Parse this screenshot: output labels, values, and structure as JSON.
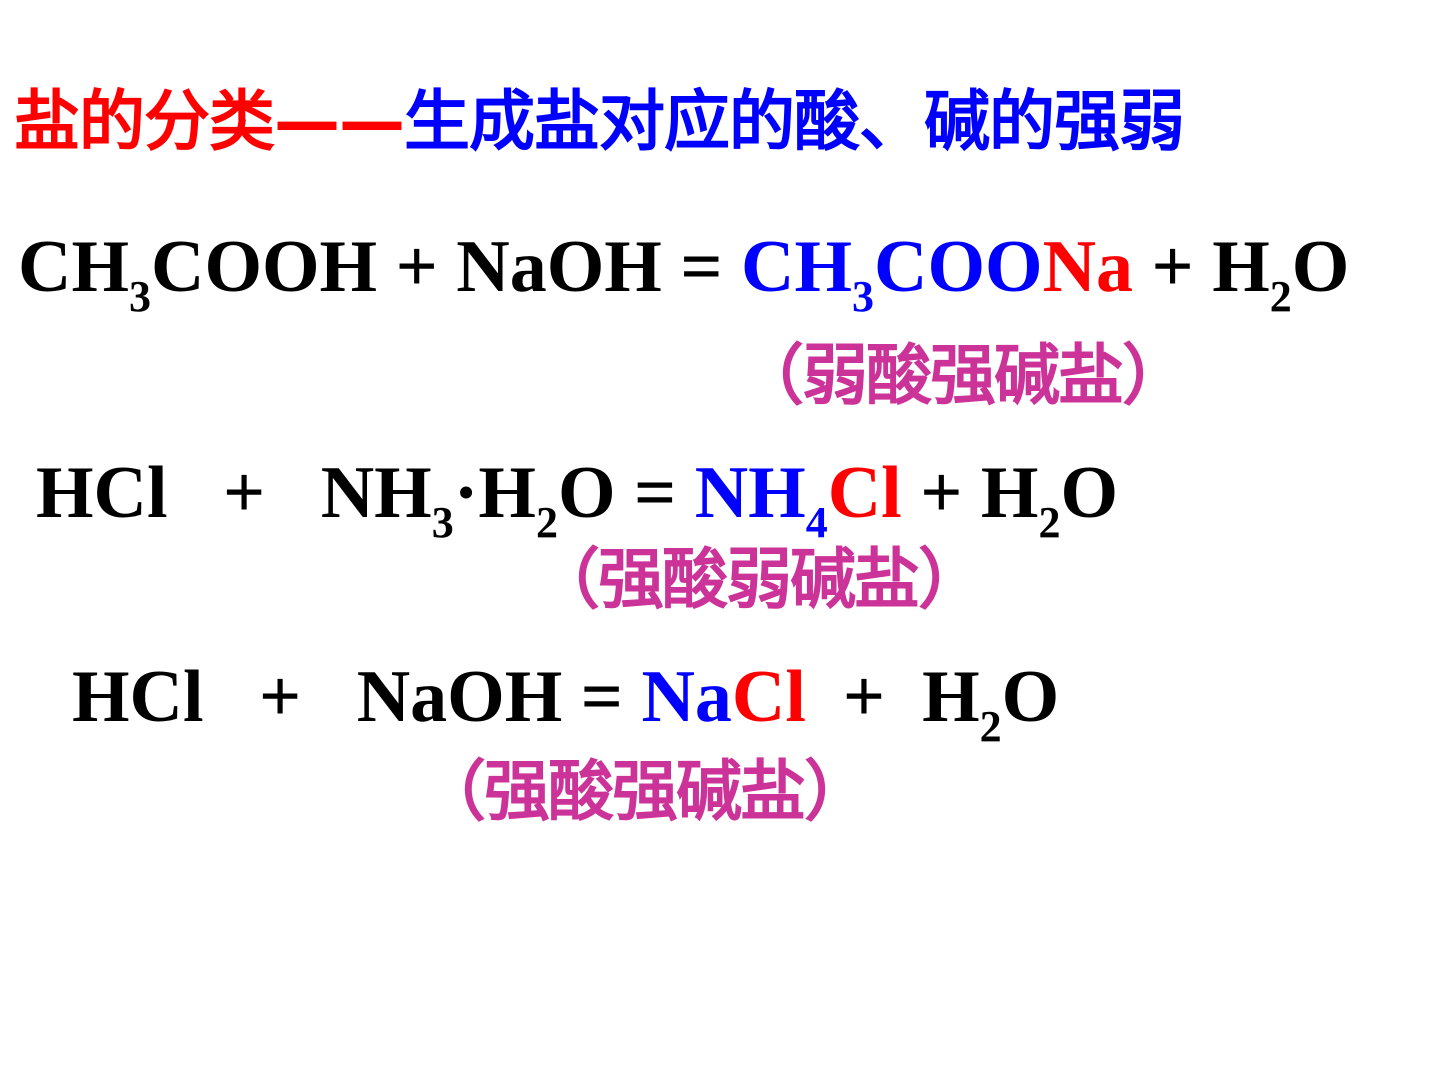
{
  "title": {
    "part1": "盐的分类——",
    "part2": "生成盐对应的酸、碱的强弱"
  },
  "equations": [
    {
      "lhs_a": "CH",
      "lhs_a_sub": "3",
      "lhs_b": "COOH + NaOH = ",
      "salt_anion_a": "CH",
      "salt_anion_sub": "3",
      "salt_anion_b": "COO",
      "salt_cation": "Na",
      "rhs_a": " + H",
      "rhs_sub": "2",
      "rhs_b": "O",
      "classification": "（弱酸强碱盐）"
    },
    {
      "lhs_a": "HCl   +   NH",
      "lhs_a_sub": "3",
      "lhs_b": "·H",
      "lhs_b_sub": "2",
      "lhs_c": "O = ",
      "salt_cation_a": "NH",
      "salt_cation_sub": "4",
      "salt_anion": "Cl",
      "rhs_a": " + H",
      "rhs_sub": "2",
      "rhs_b": "O",
      "classification": "（强酸弱碱盐）"
    },
    {
      "lhs": "HCl   +   NaOH = ",
      "salt_cation": "Na",
      "salt_anion": "Cl",
      "rhs_a": "  +  H",
      "rhs_sub": "2",
      "rhs_b": "O",
      "classification": "（强酸强碱盐）"
    }
  ],
  "colors": {
    "title_red": "#ff0000",
    "title_blue": "#0000ff",
    "formula_black": "#000000",
    "formula_blue": "#0000ff",
    "formula_red": "#ff0000",
    "classification_magenta": "#cc3399"
  }
}
